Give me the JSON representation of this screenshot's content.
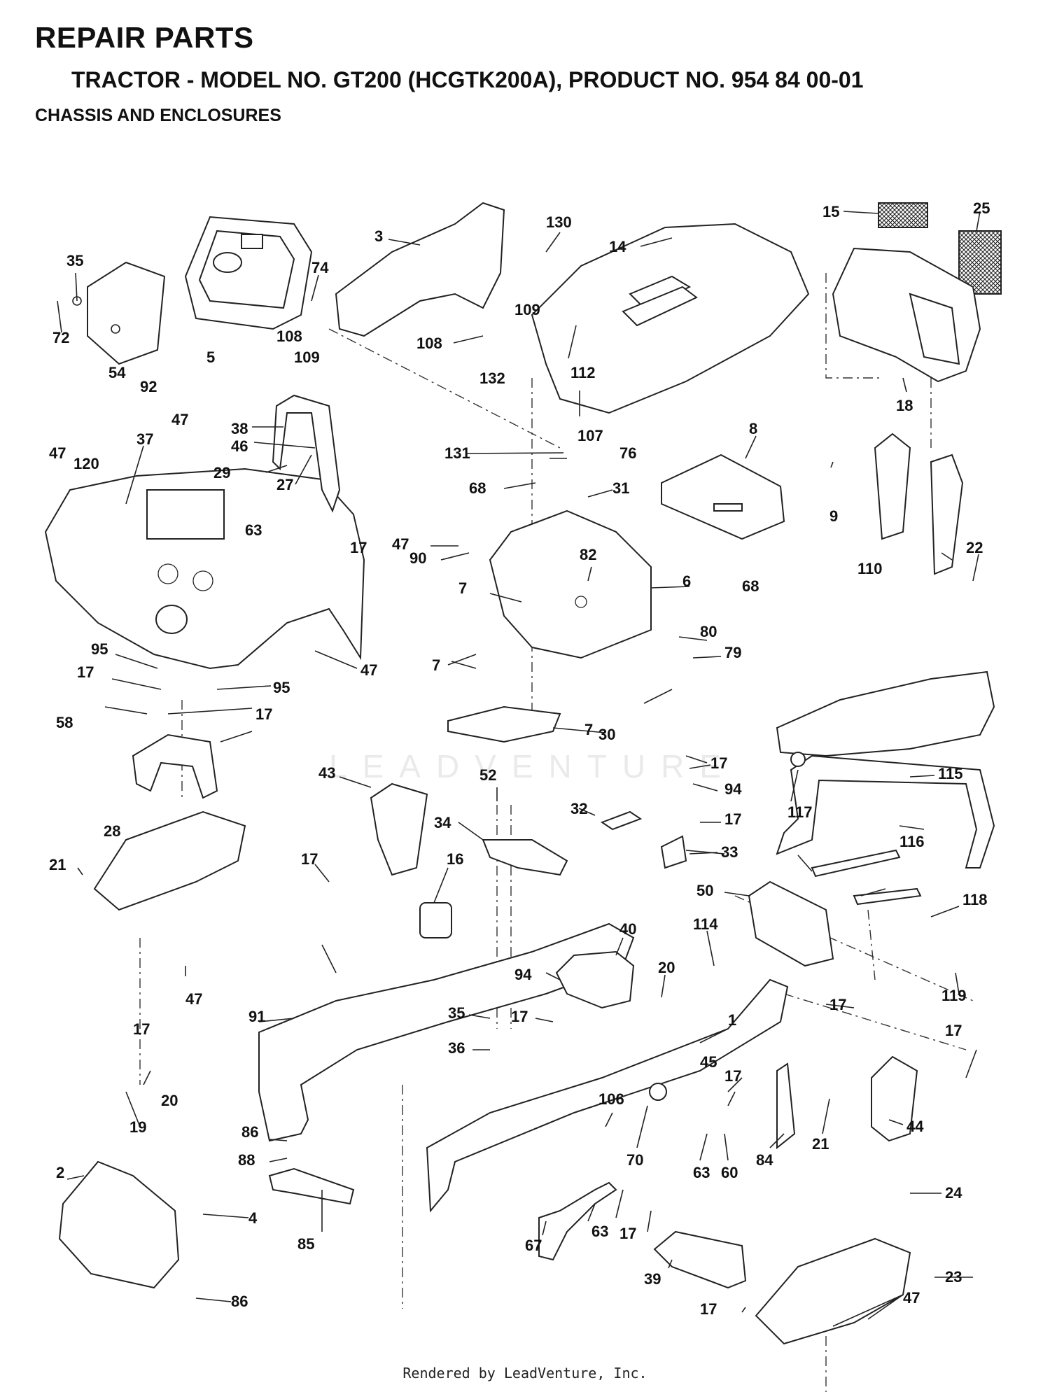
{
  "header": {
    "title": "REPAIR PARTS",
    "model_line": "TRACTOR - MODEL NO. GT200 (HCGTK200A), PRODUCT NO. 954 84 00-01",
    "section": "CHASSIS AND ENCLOSURES"
  },
  "footer": {
    "rendered_by": "Rendered by LeadVenture, Inc."
  },
  "watermark": "LEADVENTURE",
  "callouts": [
    "15",
    "25",
    "130",
    "14",
    "3",
    "35",
    "74",
    "72",
    "5",
    "108",
    "109",
    "54",
    "92",
    "108",
    "132",
    "109",
    "112",
    "18",
    "47",
    "37",
    "38",
    "46",
    "29",
    "27",
    "8",
    "107",
    "131",
    "76",
    "47",
    "120",
    "68",
    "31",
    "9",
    "63",
    "17",
    "47",
    "90",
    "82",
    "110",
    "22",
    "68",
    "7",
    "6",
    "80",
    "79",
    "95",
    "7",
    "47",
    "17",
    "95",
    "7",
    "17",
    "58",
    "30",
    "17",
    "43",
    "52",
    "94",
    "115",
    "117",
    "32",
    "34",
    "17",
    "33",
    "116",
    "28",
    "17",
    "16",
    "21",
    "50",
    "118",
    "114",
    "40",
    "20",
    "47",
    "17",
    "94",
    "17",
    "91",
    "35",
    "17",
    "1",
    "119",
    "36",
    "17",
    "45",
    "17",
    "106",
    "20",
    "19",
    "86",
    "70",
    "21",
    "44",
    "84",
    "88",
    "63",
    "60",
    "2",
    "24",
    "67",
    "63",
    "17",
    "4",
    "85",
    "39",
    "23",
    "86",
    "17",
    "47"
  ]
}
